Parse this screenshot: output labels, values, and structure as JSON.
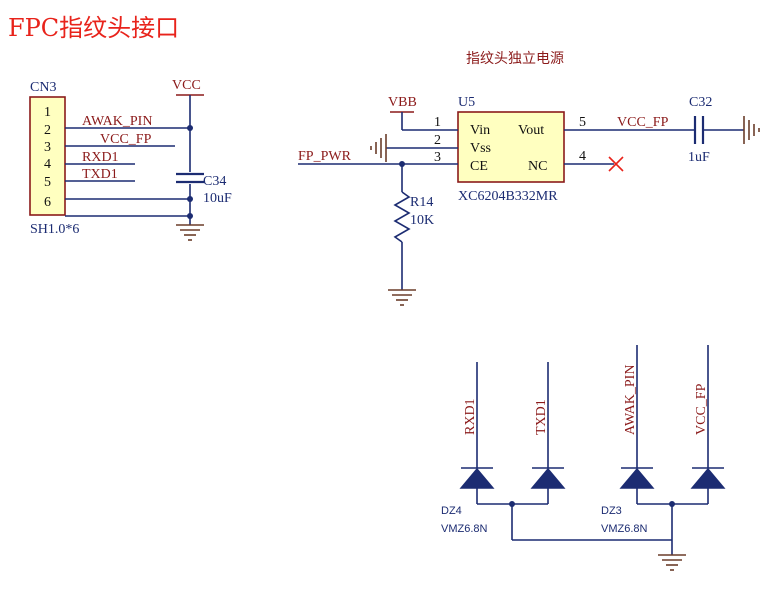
{
  "title": "FPC指纹头接口",
  "subtitle": "指纹头独立电源",
  "connector": {
    "ref": "CN3",
    "footprint": "SH1.0*6",
    "pins": [
      "1",
      "2",
      "3",
      "4",
      "5",
      "6"
    ],
    "nets": [
      "AWAK_PIN",
      "VCC_FP",
      "RXD1",
      "TXD1"
    ]
  },
  "vcc": "VCC",
  "c34": {
    "ref": "C34",
    "value": "10uF"
  },
  "regulator": {
    "ref": "U5",
    "part": "XC6204B332MR",
    "pin_nums": [
      "1",
      "2",
      "3",
      "5",
      "4"
    ],
    "pin_names": [
      "Vin",
      "Vss",
      "CE",
      "Vout",
      "NC"
    ]
  },
  "vbb": "VBB",
  "fp_pwr": "FP_PWR",
  "vout_net": "VCC_FP",
  "c32": {
    "ref": "C32",
    "value": "1uF"
  },
  "r14": {
    "ref": "R14",
    "value": "10K"
  },
  "diode_nets": [
    "RXD1",
    "TXD1",
    "AWAK_PIN",
    "VCC_FP"
  ],
  "dz4": {
    "ref": "DZ4",
    "part": "VMZ6.8N"
  },
  "dz3": {
    "ref": "DZ3",
    "part": "VMZ6.8N"
  },
  "colors": {
    "title": "#e8231b",
    "net_label": "#8b1a1a",
    "wire": "#1c2c72",
    "component_fill": "#ffffc0"
  }
}
